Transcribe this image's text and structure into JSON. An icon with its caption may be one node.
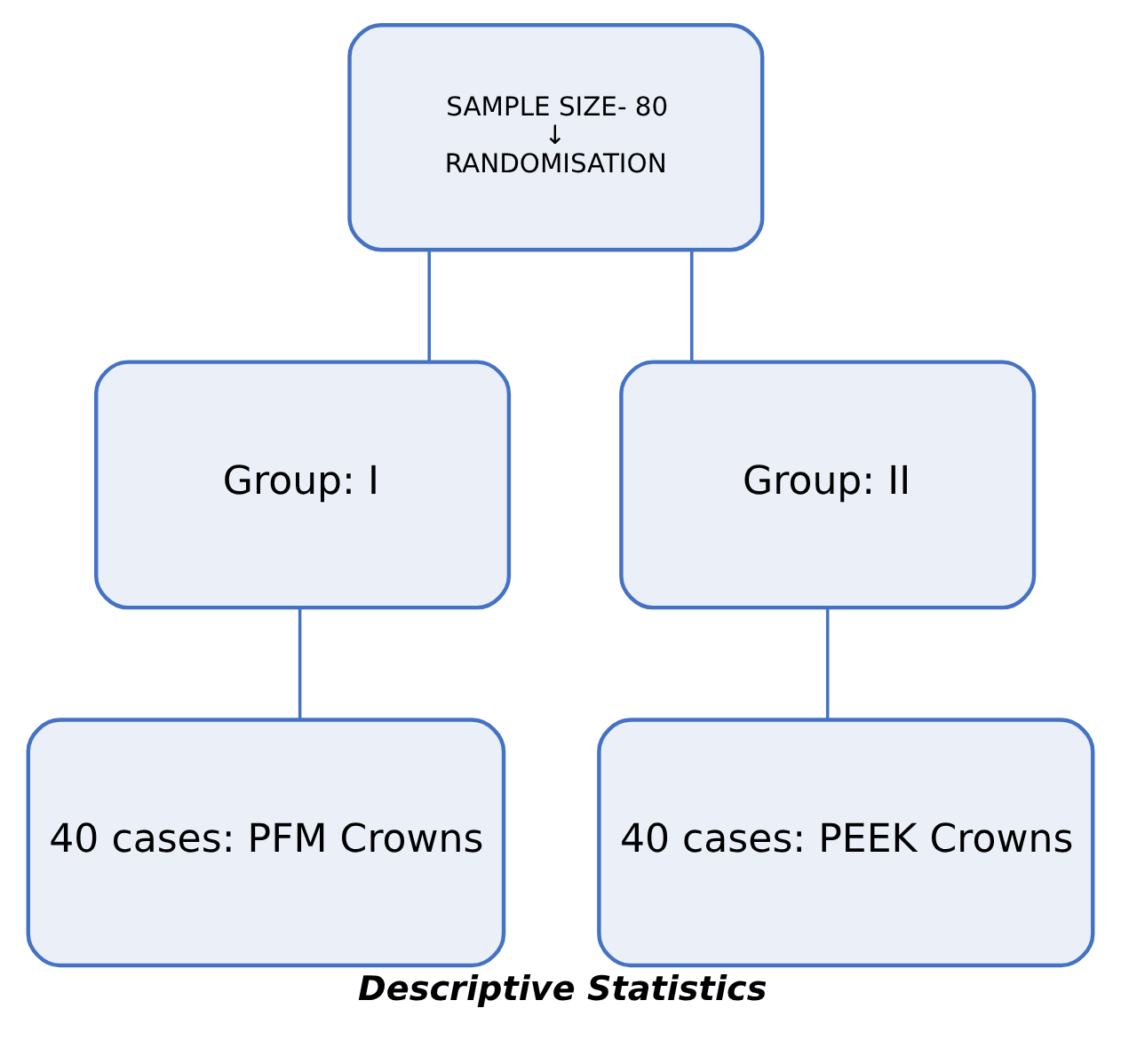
{
  "diagram": {
    "caption": "Descriptive Statistics",
    "nodes": [
      {
        "text": [
          "SAMPLE SIZE- 80",
          "↓",
          "RANDOMISATION"
        ]
      },
      {
        "text": [
          "Group: I"
        ]
      },
      {
        "text": [
          "Group: II"
        ]
      },
      {
        "text": [
          "40 cases: PFM Crowns"
        ]
      },
      {
        "text": [
          "40 cases: PEEK Crowns"
        ]
      }
    ],
    "edges": [
      {
        "from": 0,
        "to": 1,
        "arrow": "none"
      },
      {
        "from": 0,
        "to": 2,
        "arrow": "none"
      },
      {
        "from": 1,
        "to": 3,
        "arrow": "none"
      },
      {
        "from": 2,
        "to": 4,
        "arrow": "none"
      }
    ]
  }
}
